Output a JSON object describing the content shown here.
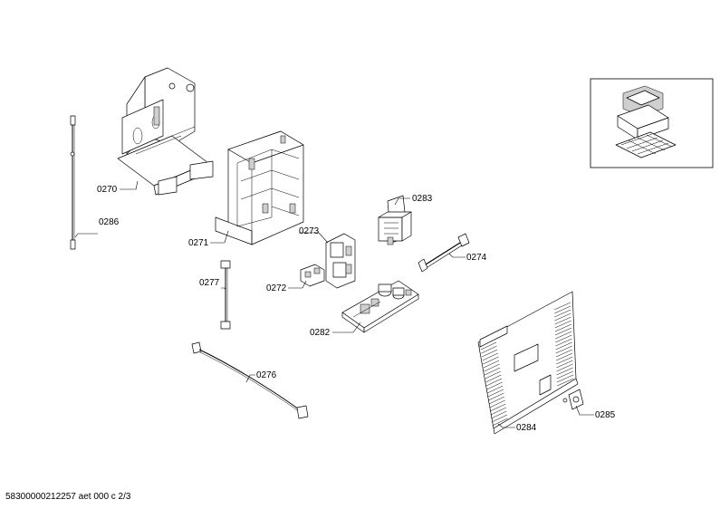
{
  "document_id": "58300000212257 aet 000 c 2/3",
  "parts": [
    {
      "id": "p0270",
      "label": "0270"
    },
    {
      "id": "p0271",
      "label": "0271"
    },
    {
      "id": "p0272",
      "label": "0272"
    },
    {
      "id": "p0273",
      "label": "0273"
    },
    {
      "id": "p0274",
      "label": "0274"
    },
    {
      "id": "p0276",
      "label": "0276"
    },
    {
      "id": "p0277",
      "label": "0277"
    },
    {
      "id": "p0282",
      "label": "0282"
    },
    {
      "id": "p0283",
      "label": "0283"
    },
    {
      "id": "p0284",
      "label": "0284"
    },
    {
      "id": "p0285",
      "label": "0285"
    },
    {
      "id": "p0286",
      "label": "0286"
    }
  ]
}
